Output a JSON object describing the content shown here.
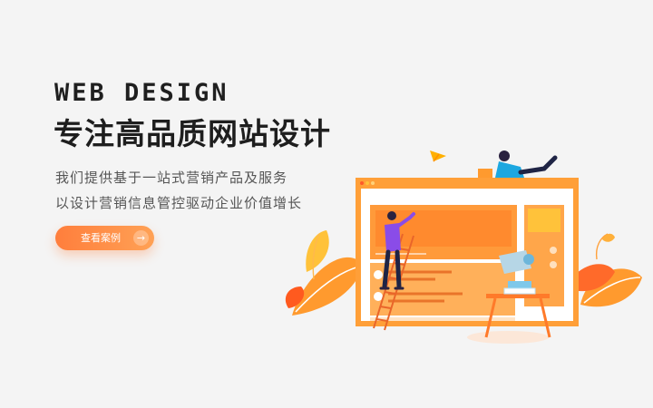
{
  "hero": {
    "eyebrow": "WEB DESIGN",
    "title": "专注高品质网站设计",
    "subtitle_line1": "我们提供基于一站式营销产品及服务",
    "subtitle_line2": "以设计营销信息管控驱动企业价值增长",
    "cta_label": "查看案例",
    "cta_icon": "arrow-right-icon"
  },
  "colors": {
    "accent": "#ff7e3c",
    "accent_light": "#ffa155",
    "background": "#f4f4f4",
    "text_dark": "#1e1e1e",
    "text_muted": "#555555"
  }
}
